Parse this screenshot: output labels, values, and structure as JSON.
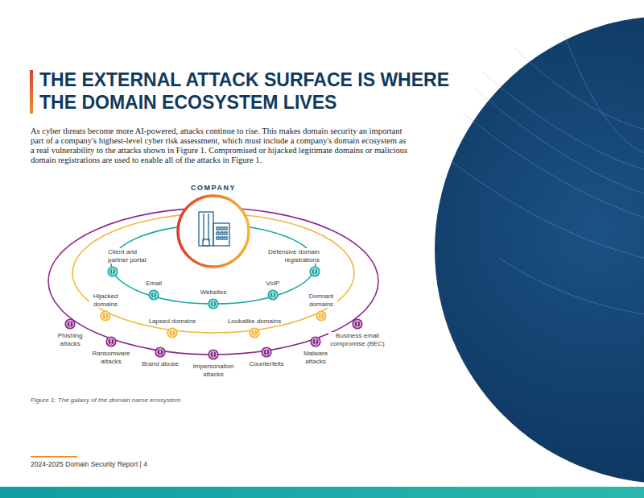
{
  "diagram": {
    "title": "THE EXTERNAL ATTACK SURFACE IS WHERE THE DOMAIN ECOSYSTEM LIVES",
    "caption": "Figure 1: The galaxy of the domain name ecosystem",
    "nodes": [
      {
        "text": [
          "COMPANY"
        ]
      },
      {
        "text": [
          "Client and partner portal"
        ]
      },
      {
        "text": [
          "Defensive domain registrations"
        ]
      },
      {
        "text": [
          "Email"
        ]
      },
      {
        "text": [
          "Websites"
        ]
      },
      {
        "text": [
          "VoIP"
        ]
      },
      {
        "text": [
          "Hijacked domains"
        ]
      },
      {
        "text": [
          "Dormant domains"
        ]
      },
      {
        "text": [
          "Lapsed domains"
        ]
      },
      {
        "text": [
          "Lookalike domains"
        ]
      },
      {
        "text": [
          "Phishing attacks"
        ]
      },
      {
        "text": [
          "Business email compromise (BEC)"
        ]
      },
      {
        "text": [
          "Ransomware attacks"
        ]
      },
      {
        "text": [
          "Malware attacks"
        ]
      },
      {
        "text": [
          "Brand abuse"
        ]
      },
      {
        "text": [
          "Counterfeits"
        ]
      },
      {
        "text": [
          "Impersonation attacks"
        ]
      }
    ],
    "labels": [
      "As cyber threats become more AI-powered, attacks continue to rise. This makes domain security an important part of a company's highest-level cyber risk assessment, which must include a company's domain ecosystem as a real vulnerability to the attacks shown in Figure 1. Compromised or hijacked legitimate domains or malicious domain registrations are used to enable all of the attacks in Figure 1.",
      "2024-2025 Domain Security Report | 4"
    ]
  }
}
